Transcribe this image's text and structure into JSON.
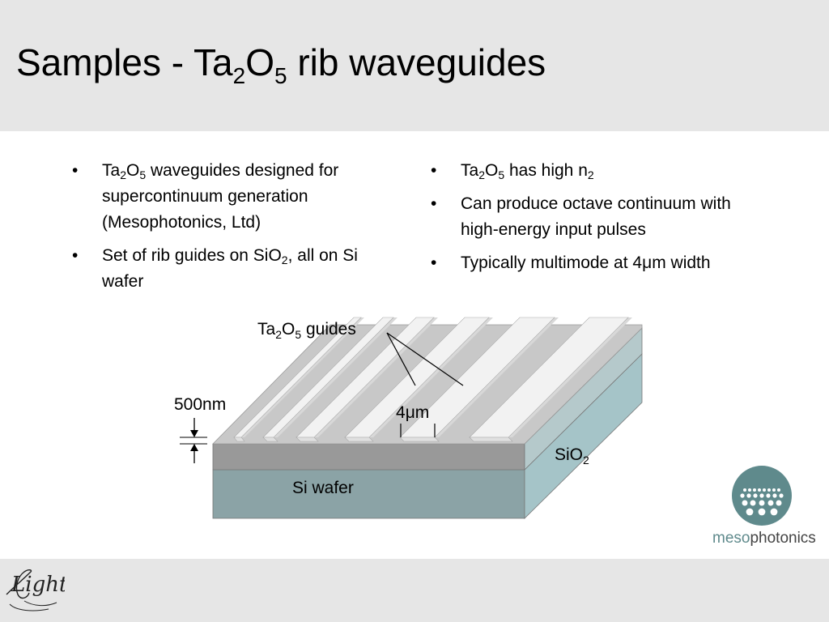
{
  "title": {
    "prefix": "Samples - Ta",
    "sub1": "2",
    "mid": "O",
    "sub2": "5",
    "suffix": " rib waveguides"
  },
  "left_bullets": [
    {
      "a": "Ta",
      "s1": "2",
      "b": "O",
      "s2": "5",
      "c": " waveguides designed for supercontinuum generation (Mesophotonics, Ltd)"
    },
    {
      "a": "Set of rib guides on SiO",
      "s1": "2",
      "b": ", all on Si wafer"
    }
  ],
  "right_bullets": [
    {
      "a": "Ta",
      "s1": "2",
      "b": "O",
      "s2": "5",
      "c": " has high n",
      "s3": "2"
    },
    {
      "a": "Can produce octave continuum with high-energy input pulses"
    },
    {
      "a": "Typically multimode at 4",
      "mu": "μ",
      "b": "m width"
    }
  ],
  "diagram": {
    "guides_label": {
      "a": "Ta",
      "s1": "2",
      "b": "O",
      "s2": "5",
      "c": " guides"
    },
    "thickness_label": "500nm",
    "width_label": {
      "a": "4",
      "mu": "μ",
      "b": "m"
    },
    "sio2_label": {
      "a": "SiO",
      "s1": "2"
    },
    "si_wafer_label": "Si wafer"
  },
  "logos": {
    "mesophotonics": {
      "meso": "meso",
      "photonics": "photonics"
    },
    "light_script": "Light"
  },
  "colors": {
    "title_band": "#e6e6e6",
    "sio2_front": "#999999",
    "sio2_top": "#c8c8c8",
    "si_front": "#8ba3a6",
    "si_side": "#a5c4c8",
    "guide": "#f2f2f2",
    "logo_teal": "#5f8a8c"
  }
}
